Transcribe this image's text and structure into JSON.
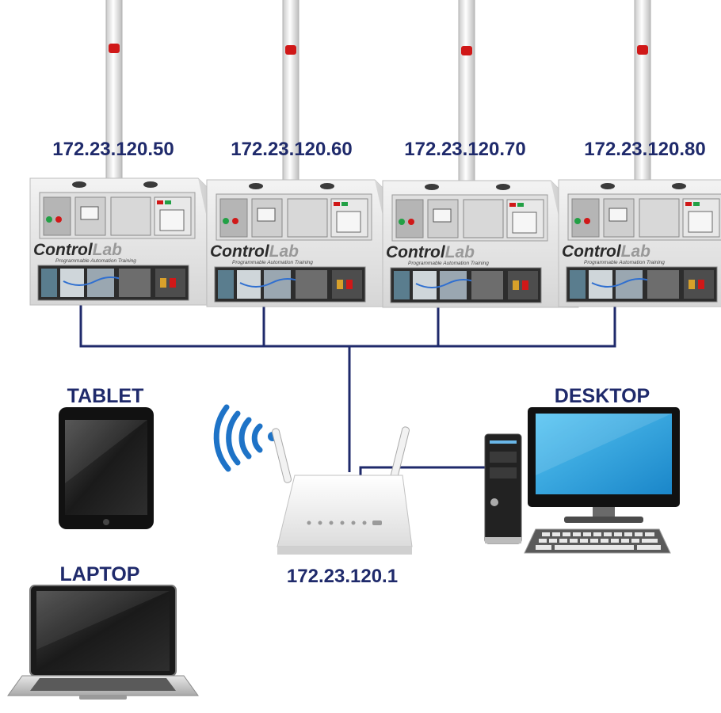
{
  "stations": [
    {
      "ip": "172.23.120.50",
      "brand": "ControlLab",
      "subtitle": "Programmable Automation Training"
    },
    {
      "ip": "172.23.120.60",
      "brand": "ControlLab",
      "subtitle": "Programmable Automation Training"
    },
    {
      "ip": "172.23.120.70",
      "brand": "ControlLab",
      "subtitle": "Programmable Automation Training"
    },
    {
      "ip": "172.23.120.80",
      "brand": "ControlLab",
      "subtitle": "Programmable Automation Training"
    }
  ],
  "router": {
    "ip": "172.23.120.1"
  },
  "devices": {
    "tablet": "TABLET",
    "laptop": "LAPTOP",
    "desktop": "DESKTOP"
  },
  "colors": {
    "label": "#1f2a6b",
    "wire": "#1f2a6b",
    "wifi": "#1e73c7",
    "beacon": "#d01818",
    "monitor_screen": "#29a6e6"
  },
  "icons": {
    "wifi": "wifi-signal-icon",
    "router": "router-icon"
  }
}
